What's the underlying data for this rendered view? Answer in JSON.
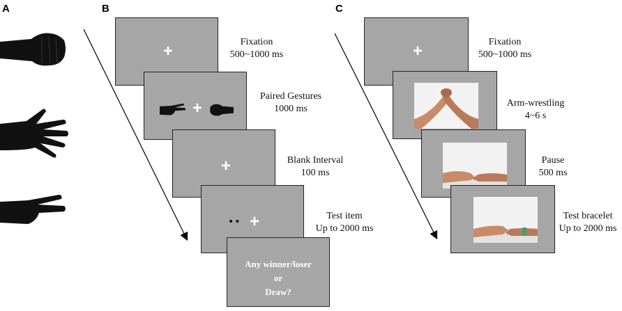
{
  "panels": {
    "a": "A",
    "b": "B",
    "c": "C"
  },
  "fixation_symbol": "+",
  "panel_b": {
    "steps": [
      {
        "name": "Fixation",
        "duration": "500~1000 ms"
      },
      {
        "name": "Paired Gestures",
        "duration": "1000 ms"
      },
      {
        "name": "Blank Interval",
        "duration": "100 ms"
      },
      {
        "name": "Test item",
        "duration": "Up to 2000 ms"
      }
    ],
    "test_dots": "••",
    "prompt": {
      "line1": "Any winner/loser",
      "line2": "or",
      "line3": "Draw?"
    }
  },
  "panel_c": {
    "steps": [
      {
        "name": "Fixation",
        "duration": "500~1000 ms"
      },
      {
        "name": "Arm-wrestling",
        "duration": "4~6 s"
      },
      {
        "name": "Pause",
        "duration": "500 ms"
      },
      {
        "name": "Test bracelet",
        "duration": "Up to 2000 ms"
      }
    ]
  },
  "colors": {
    "screen": "#a6a6a6",
    "silhouette": "#111111",
    "skin": "#c98a68",
    "bracelet": "#3aa36a"
  }
}
